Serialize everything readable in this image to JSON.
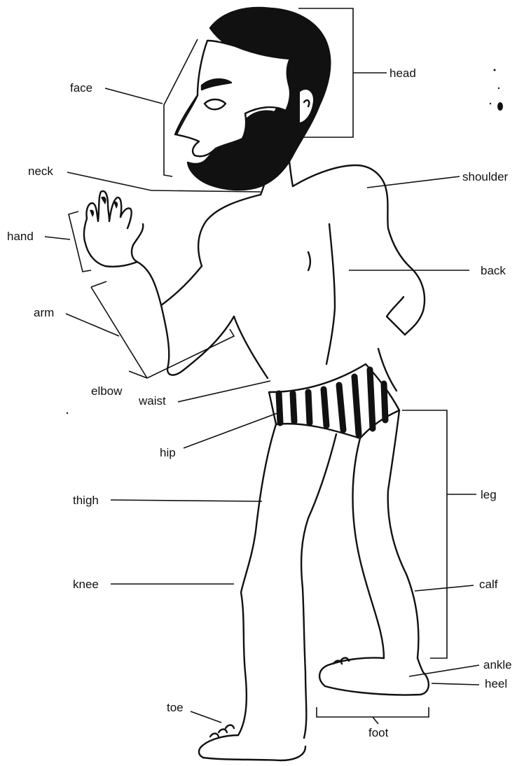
{
  "labels": {
    "face": "face",
    "head": "head",
    "neck": "neck",
    "shoulder": "shoulder",
    "hand": "hand",
    "back": "back",
    "arm": "arm",
    "elbow": "elbow",
    "waist": "waist",
    "hip": "hip",
    "thigh": "thigh",
    "leg": "leg",
    "knee": "knee",
    "calf": "calf",
    "ankle": "ankle",
    "heel": "heel",
    "toe": "toe",
    "foot": "foot"
  },
  "colors": {
    "ink": "#111111",
    "paper": "#ffffff"
  }
}
